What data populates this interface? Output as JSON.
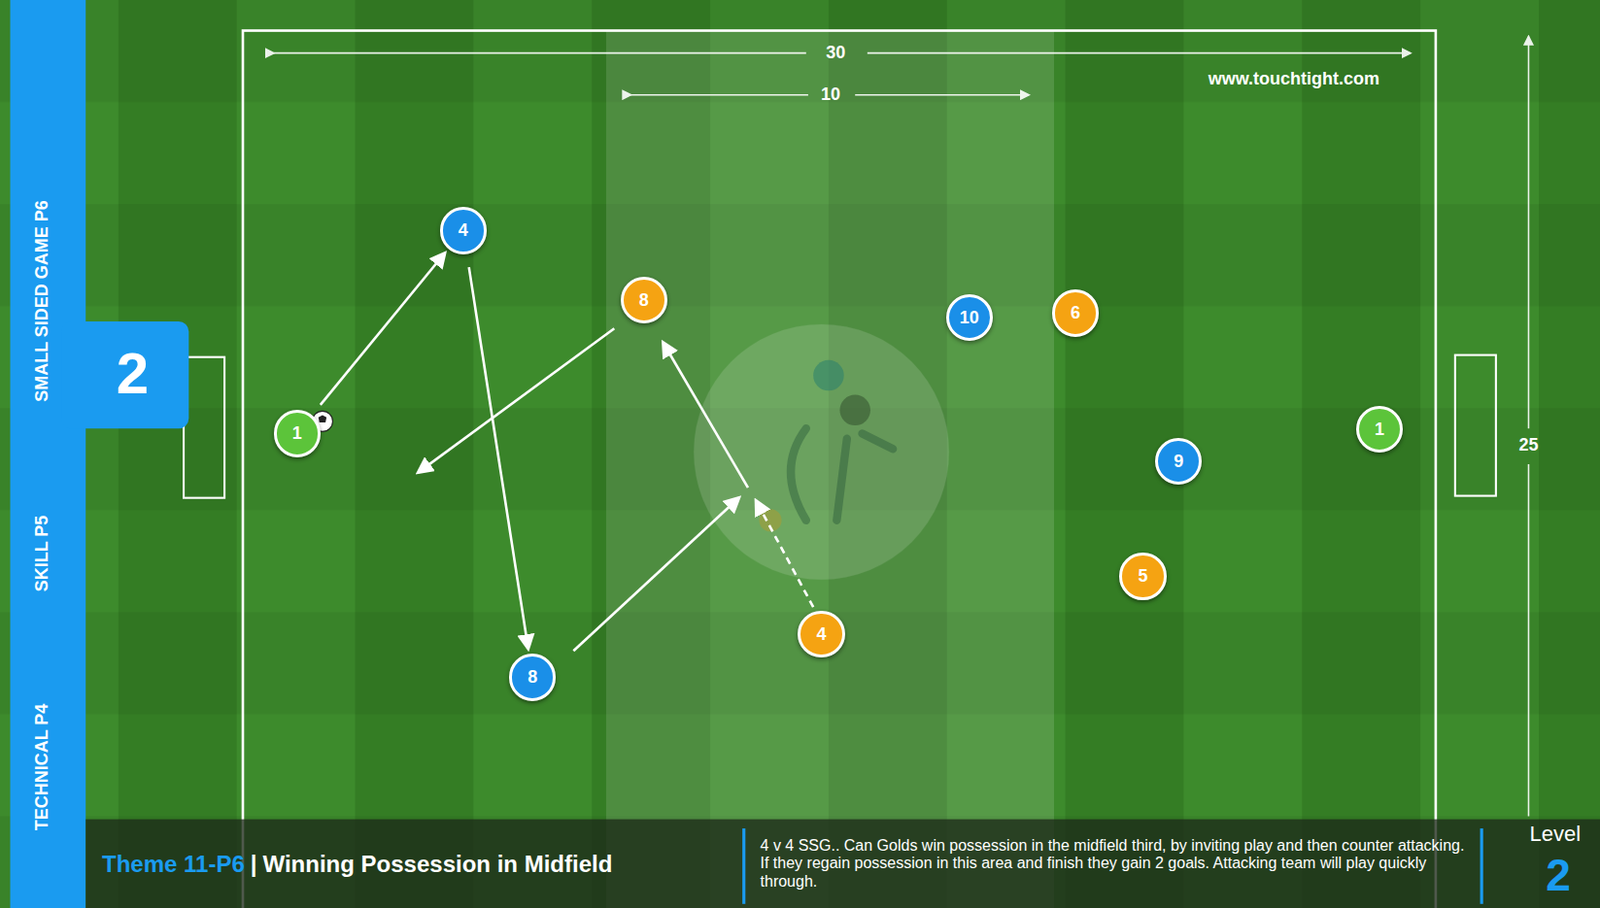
{
  "diagram": {
    "title": "Winning Possession in Midfield",
    "caption": "4 v 4 SSG.. Can Golds win possession in the midfield third, by inviting play and then counter attacking. If they regain possession in this area and finish they gain 2 goals. Attacking team will play quickly through.",
    "nodes": [
      {
        "text": [
          "1"
        ]
      },
      {
        "text": [
          "4"
        ]
      },
      {
        "text": [
          "8"
        ]
      },
      {
        "text": [
          "8"
        ]
      },
      {
        "text": [
          "4"
        ]
      },
      {
        "text": [
          "10"
        ]
      },
      {
        "text": [
          "6"
        ]
      },
      {
        "text": [
          "9"
        ]
      },
      {
        "text": [
          "5"
        ]
      },
      {
        "text": [
          "1"
        ]
      }
    ],
    "edges": [
      {
        "from": 0,
        "to": 1,
        "arrow": "to"
      },
      {
        "from": 1,
        "to": 3,
        "arrow": "to"
      }
    ],
    "labels": [
      "SMALL SIDED GAME P6",
      "2",
      "SKILL P5",
      "TECHNICAL P4",
      "30",
      "10",
      "www.touchtight.com",
      "25",
      "Theme 11-P6",
      "|",
      "Level",
      "2"
    ]
  }
}
